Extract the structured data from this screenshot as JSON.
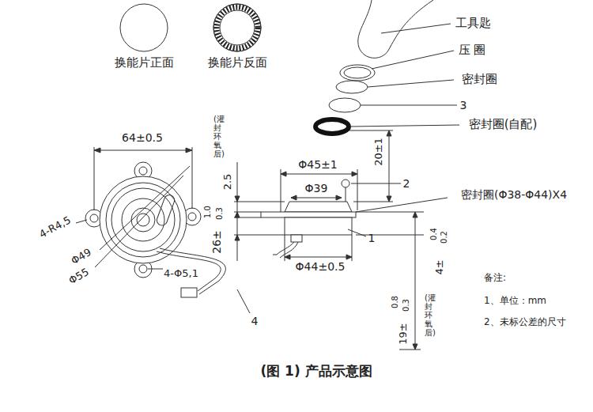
{
  "diagram": {
    "caption": "(图 1) 产品示意图",
    "labels": [
      "换能片正面",
      "换能片反面",
      "工具匙",
      "压 圈",
      "密封圈",
      "3",
      "密封圈(自配)",
      "64±0.5",
      "(灌封环氧后)",
      "20±1",
      "Φ45±1",
      "2.5",
      "Φ39",
      "2",
      "密封圈(Φ38-Φ44)X4",
      "4-R4,5",
      "1.0",
      "0.3",
      "26±",
      "1",
      "Φ49",
      "Φ55",
      "Φ44±0.5",
      "4-Φ5,1",
      "0.4",
      "0.2",
      "4±",
      "备注:",
      "1、单位：mm",
      "2、未标公差的尺寸",
      "4",
      "0.8",
      "0.3",
      "19±",
      "(灌封环氧后)"
    ]
  }
}
